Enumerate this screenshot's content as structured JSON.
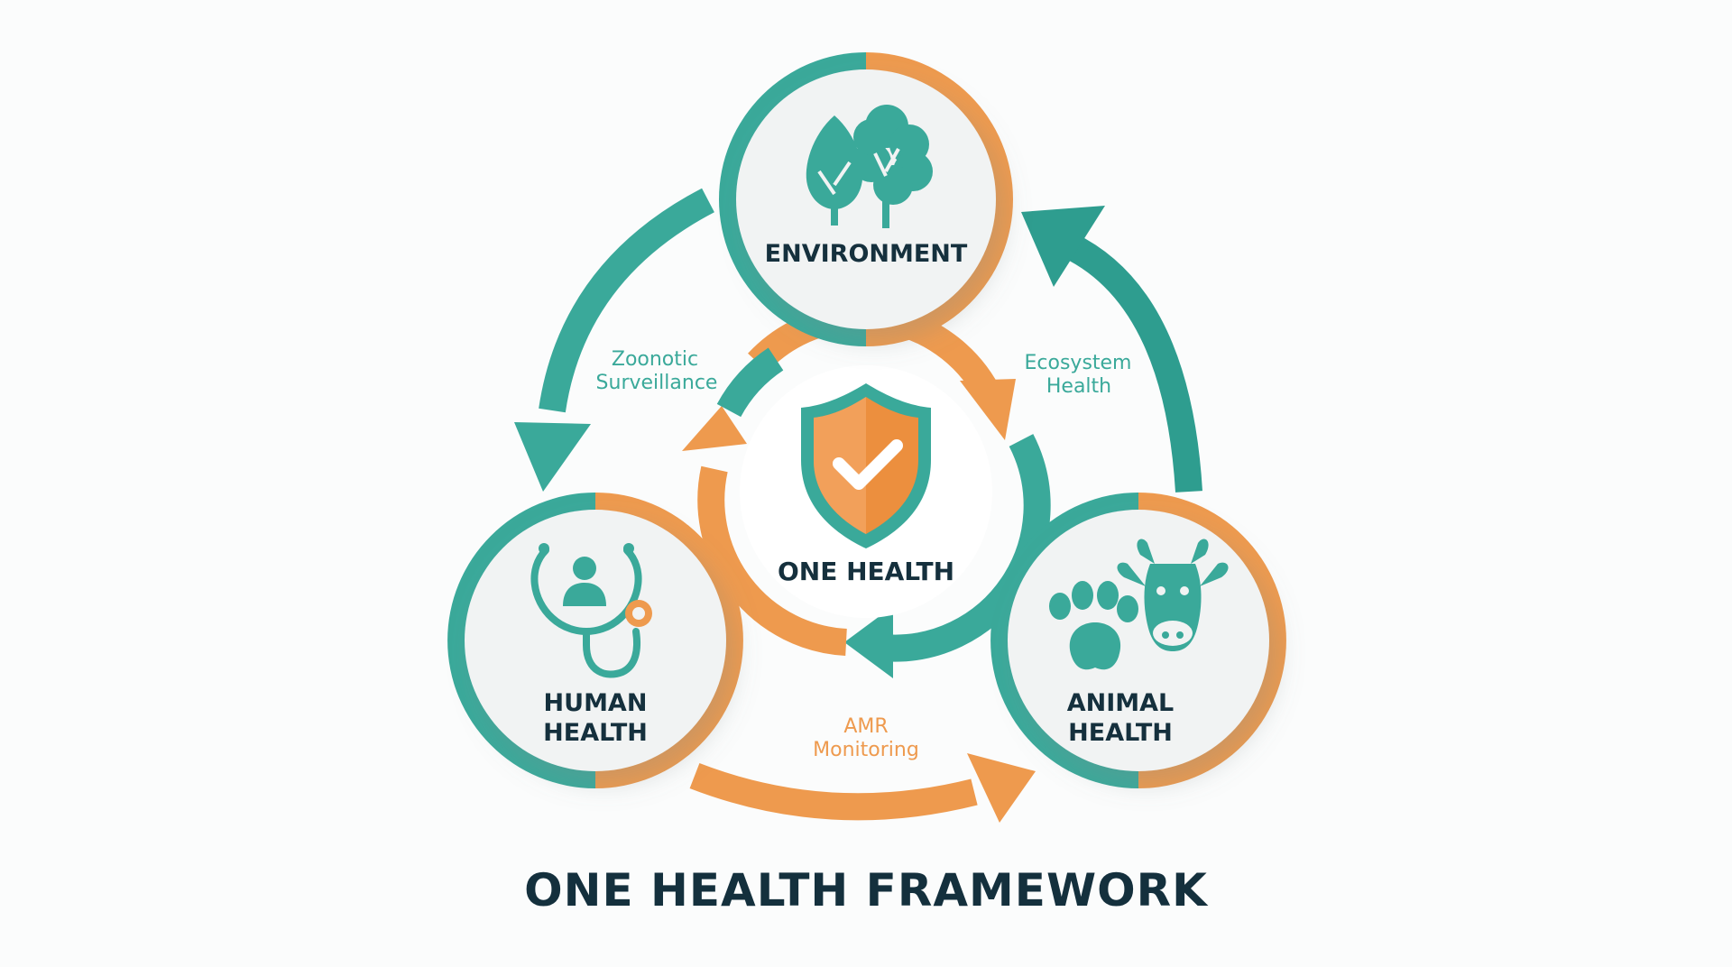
{
  "diagram": {
    "title": "ONE HEALTH FRAMEWORK",
    "colors": {
      "teal": "#3aa99a",
      "orange": "#ee9a4e",
      "dark_text": "#15303d",
      "node_fill": "#f1f3f3"
    },
    "center": {
      "label": "ONE HEALTH",
      "icon": "shield-check-icon"
    },
    "nodes": {
      "environment": {
        "label": "ENVIRONMENT",
        "icon": "trees-icon"
      },
      "human": {
        "label_line1": "HUMAN",
        "label_line2": "HEALTH",
        "icon": "stethoscope-person-icon"
      },
      "animal": {
        "label_line1": "ANIMAL",
        "label_line2": "HEALTH",
        "icon": "paw-and-cow-icon"
      }
    },
    "flows": {
      "zoonotic": {
        "line1": "Zoonotic",
        "line2": "Surveillance",
        "color": "#3aa99a"
      },
      "ecosystem": {
        "line1": "Ecosystem",
        "line2": "Health",
        "color": "#3aa99a"
      },
      "amr": {
        "line1": "AMR",
        "line2": "Monitoring",
        "color": "#ee9a4e"
      }
    }
  }
}
